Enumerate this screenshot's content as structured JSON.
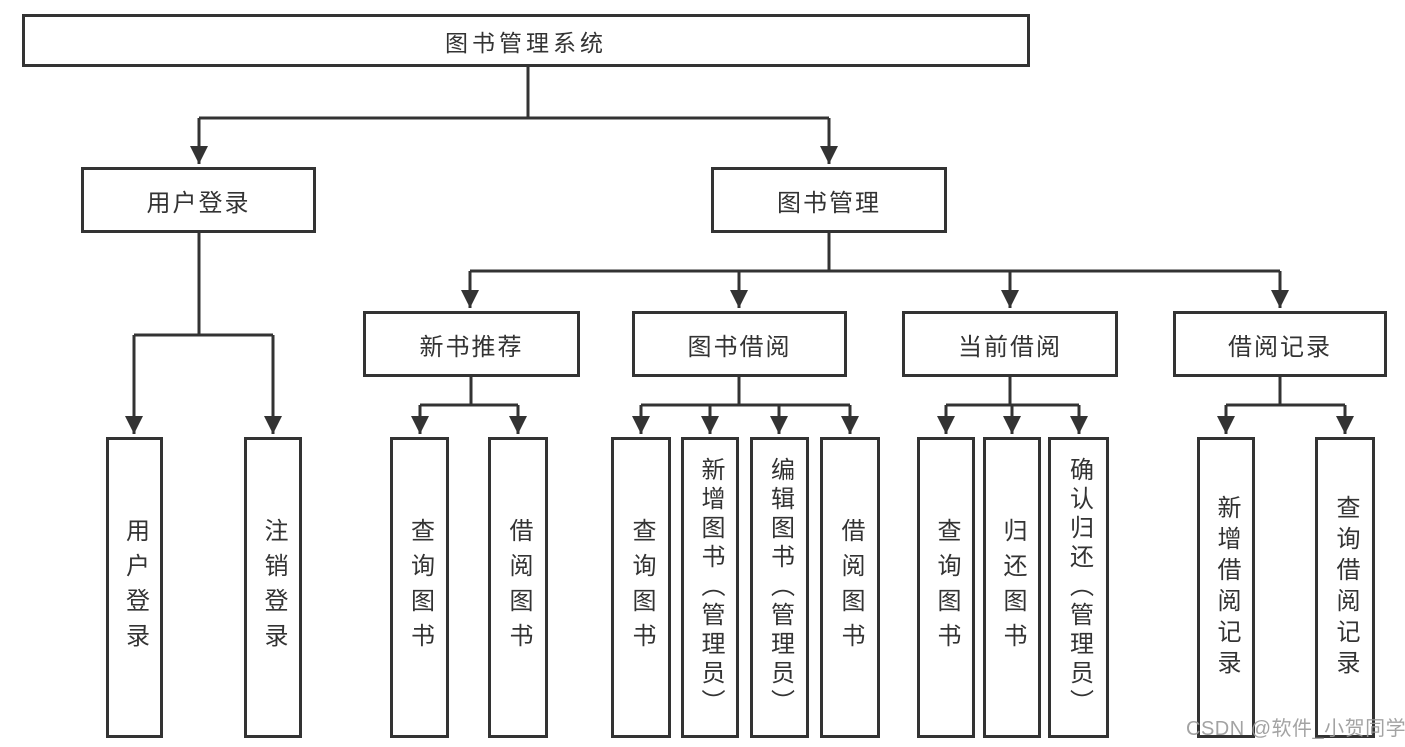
{
  "diagram": {
    "watermark": "CSDN @软件_小贺同学",
    "colors": {
      "line": "#333333",
      "box_fill": "#ffffff",
      "text": "#333333",
      "watermark": "#9a9a9a",
      "background": "#ffffff"
    },
    "nodes": {
      "root": "图书管理系统",
      "userLogin": "用户登录",
      "bookMgmt": "图书管理",
      "newBookRec": "新书推荐",
      "bookBorrow": "图书借阅",
      "currentBorrow": "当前借阅",
      "borrowRecords": "借阅记录",
      "leafUserLogin": "用户登录",
      "leafLogout": "注销登录",
      "leafQueryBookA": "查询图书",
      "leafBorrowBookA": "借阅图书",
      "leafQueryBookB": "查询图书",
      "leafAddBook": "新增图书（管理员）",
      "leafEditBook": "编辑图书（管理员）",
      "leafBorrowBookB": "借阅图书",
      "leafQueryBookC": "查询图书",
      "leafReturnBook": "归还图书",
      "leafConfirmReturn": "确认归还（管理员）",
      "leafAddRecord": "新增借阅记录",
      "leafQueryRecord": "查询借阅记录"
    },
    "hierarchy": {
      "图书管理系统": {
        "用户登录": [
          "用户登录",
          "注销登录"
        ],
        "图书管理": {
          "新书推荐": [
            "查询图书",
            "借阅图书"
          ],
          "图书借阅": [
            "查询图书",
            "新增图书（管理员）",
            "编辑图书（管理员）",
            "借阅图书"
          ],
          "当前借阅": [
            "查询图书",
            "归还图书",
            "确认归还（管理员）"
          ],
          "借阅记录": [
            "新增借阅记录",
            "查询借阅记录"
          ]
        }
      }
    }
  }
}
